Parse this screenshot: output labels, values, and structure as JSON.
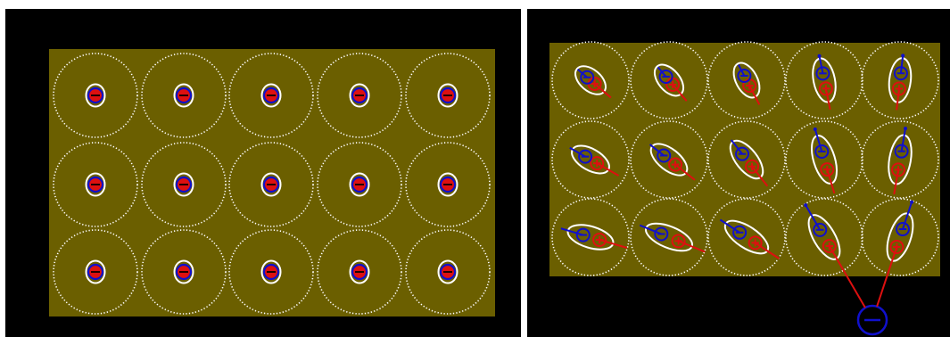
{
  "colors": {
    "background": "#000000",
    "material": "#6b5f00",
    "atom_boundary": "#ffffff",
    "electron": "#1010cc",
    "nucleus": "#dd1010",
    "external_charge": "#1010cc",
    "field_line": "#dd1010"
  },
  "panels": [
    {
      "name": "unpolarized-lattice",
      "external_charge": false,
      "grid": {
        "rows": 3,
        "cols": 5
      }
    },
    {
      "name": "polarized-lattice",
      "external_charge": true,
      "external_charge_sign": "−",
      "grid": {
        "rows": 3,
        "cols": 5
      }
    }
  ],
  "icons": {
    "electron": "minus-circle-icon",
    "nucleus": "plus-circle-icon",
    "external_charge": "minus-circle-icon"
  }
}
